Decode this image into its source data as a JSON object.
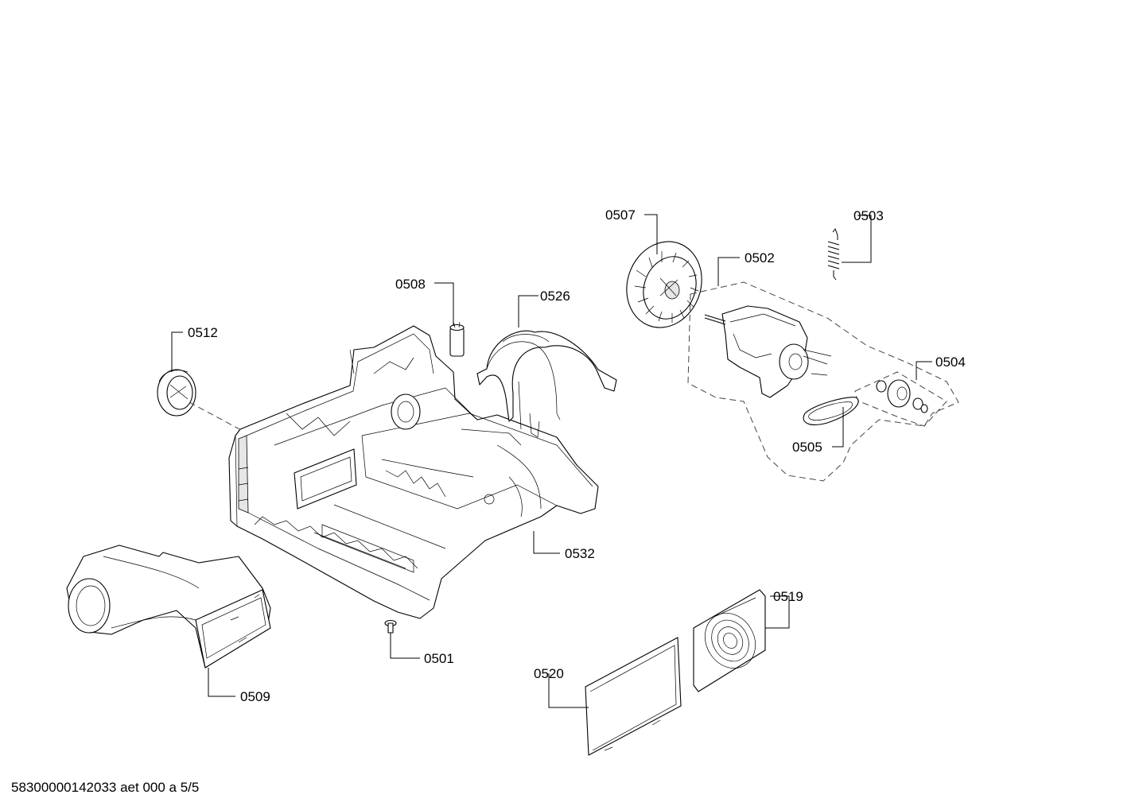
{
  "diagram": {
    "labels": {
      "p0507": "0507",
      "p0503": "0503",
      "p0502": "0502",
      "p0508": "0508",
      "p0526": "0526",
      "p0512": "0512",
      "p0504": "0504",
      "p0505": "0505",
      "p0532": "0532",
      "p0519": "0519",
      "p0501": "0501",
      "p0520": "0520",
      "p0509": "0509"
    },
    "footer": "58300000142033 aet 000 a 5/5"
  }
}
